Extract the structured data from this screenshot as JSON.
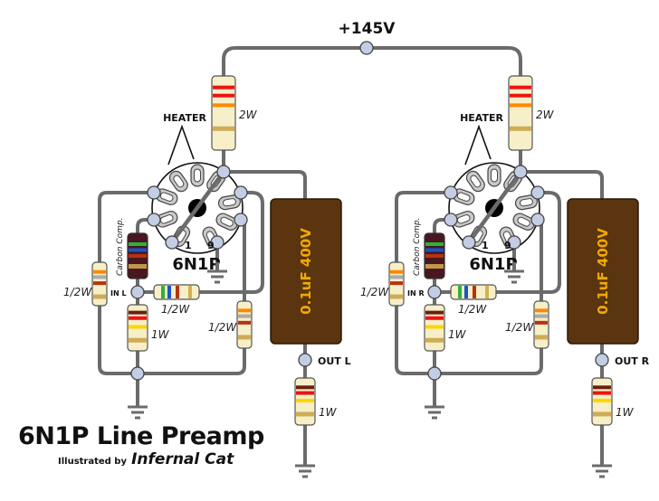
{
  "supply": {
    "label": "+145V"
  },
  "title": "6N1P Line Preamp",
  "credit": {
    "prefix": "Illustrated by",
    "author": "Infernal Cat"
  },
  "colors": {
    "wire": "#6b6b6b",
    "node": "#c3cde3",
    "resistor_body": "#f6efc8",
    "carbon_comp_body": "#4a1620",
    "capacitor_body": "#5a3510",
    "capacitor_text": "#f2a900"
  },
  "channels": [
    {
      "id": "left",
      "tube": "6N1P",
      "heater_label": "HEATER",
      "pin_labels": [
        "1",
        "9"
      ],
      "input_label": "IN L",
      "output_label": "OUT L",
      "capacitor": {
        "label": "0.1uF 400V"
      },
      "resistors": {
        "plate": {
          "power": "2W",
          "bands": [
            "#ee1111",
            "#ee1111",
            "#ff8800",
            "#c8a040"
          ]
        },
        "grid_stopper": {
          "type": "Carbon Comp.",
          "bands": [
            "#2bb33a",
            "#1a56c8",
            "#b83210",
            "#d4b050"
          ]
        },
        "grid_leak": {
          "power": "1/2W",
          "bands": [
            "#ff8800",
            "#aaaaaa",
            "#b83210",
            "#c8a040"
          ]
        },
        "input_series": {
          "power": "1/2W",
          "bands": [
            "#2bb33a",
            "#1a56c8",
            "#b83210",
            "#d4b050"
          ]
        },
        "input_shunt": {
          "power": "1W",
          "bands": [
            "#6a2010",
            "#ee1111",
            "#ffd400",
            "#c8a040"
          ]
        },
        "cathode": {
          "power": "1/2W",
          "bands": [
            "#ff8800",
            "#aaaaaa",
            "#b83210",
            "#c8a040"
          ]
        },
        "output": {
          "power": "1W",
          "bands": [
            "#6a2010",
            "#ee1111",
            "#ffd400",
            "#c8a040"
          ]
        }
      }
    },
    {
      "id": "right",
      "tube": "6N1P",
      "heater_label": "HEATER",
      "pin_labels": [
        "1",
        "9"
      ],
      "input_label": "IN R",
      "output_label": "OUT R",
      "capacitor": {
        "label": "0.1uF 400V"
      },
      "resistors": {
        "plate": {
          "power": "2W",
          "bands": [
            "#ee1111",
            "#ee1111",
            "#ff8800",
            "#c8a040"
          ]
        },
        "grid_stopper": {
          "type": "Carbon Comp.",
          "bands": [
            "#2bb33a",
            "#1a56c8",
            "#b83210",
            "#d4b050"
          ]
        },
        "grid_leak": {
          "power": "1/2W",
          "bands": [
            "#ff8800",
            "#aaaaaa",
            "#b83210",
            "#c8a040"
          ]
        },
        "input_series": {
          "power": "1/2W",
          "bands": [
            "#2bb33a",
            "#1a56c8",
            "#b83210",
            "#d4b050"
          ]
        },
        "input_shunt": {
          "power": "1W",
          "bands": [
            "#6a2010",
            "#ee1111",
            "#ffd400",
            "#c8a040"
          ]
        },
        "cathode": {
          "power": "1/2W",
          "bands": [
            "#ff8800",
            "#aaaaaa",
            "#b83210",
            "#c8a040"
          ]
        },
        "output": {
          "power": "1W",
          "bands": [
            "#6a2010",
            "#ee1111",
            "#ffd400",
            "#c8a040"
          ]
        }
      }
    }
  ]
}
